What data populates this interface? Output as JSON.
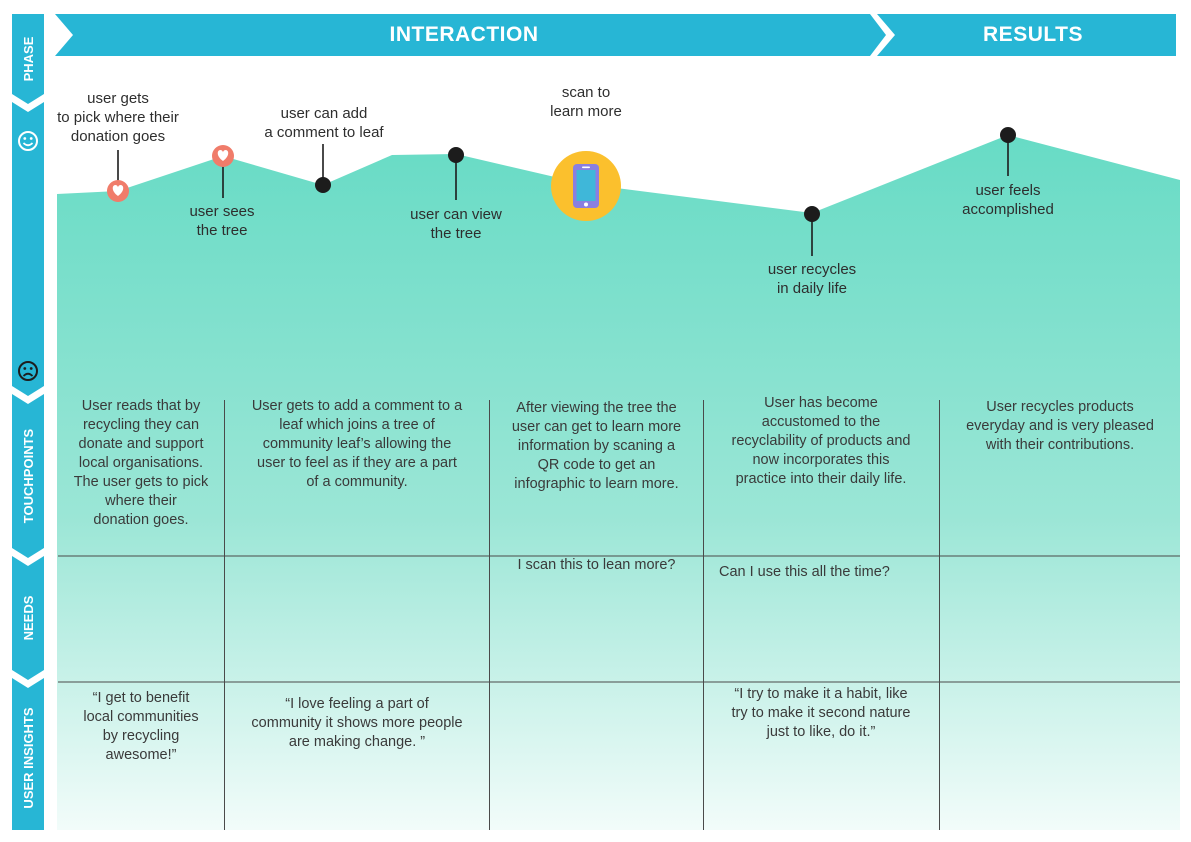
{
  "phase_banner": {
    "side_label": "PHASE",
    "interaction_label": "INTERACTION",
    "results_label": "RESULTS"
  },
  "side_labels": {
    "touchpoints": "TOUCHPOINTS",
    "needs": "NEEDS",
    "user_insights": "USER INSIGHTS"
  },
  "icons": {
    "happy": "smiley-face-icon",
    "sad": "sad-face-icon",
    "heart": "heart-icon",
    "phone": "phone-icon"
  },
  "colors": {
    "banner": "#27b6d5",
    "emotion_fill_top": "#67dbc5",
    "heart_marker": "#f07c6a",
    "phone_circle": "#fbc02d",
    "phone_body": "#8a7fe0",
    "dot": "#1c1c1c"
  },
  "journey_points": [
    {
      "label": "user gets\nto pick where their\ndonation goes",
      "marker": "heart"
    },
    {
      "label": "user sees\nthe tree",
      "marker": "heart"
    },
    {
      "label": "user can add\na comment to leaf",
      "marker": "dot"
    },
    {
      "label": "user can view\nthe tree",
      "marker": "dot"
    },
    {
      "label": "scan to\nlearn more",
      "marker": "phone"
    },
    {
      "label": "user recycles\nin daily life",
      "marker": "dot"
    },
    {
      "label": "user feels\naccomplished",
      "marker": "dot"
    }
  ],
  "touchpoints": [
    "User reads that by\nrecycling they can\ndonate and support\nlocal organisations.\nThe user gets to pick\nwhere their\ndonation goes.",
    "User gets to add a comment to a\nleaf which joins a tree of\ncommunity leaf’s allowing the\nuser to feel as if they are a part\nof a community.",
    "After viewing the tree the\nuser can get to learn more\ninformation by scaning a\nQR code to get an\ninfographic to learn more.",
    "User has become\naccustomed to the\nrecyclability of products and\nnow incorporates this\npractice into their daily life.",
    "User recycles products\neveryday and is very pleased\nwith their contributions."
  ],
  "needs": [
    "",
    "",
    "I scan this to lean more?",
    "Can I use this all the time?",
    ""
  ],
  "insights": [
    "“I get to benefit\nlocal communities\nby recycling\nawesome!”",
    "“I love feeling a part of\ncommunity it shows more people\nare making change. ”",
    "",
    "“I try to make it a habit, like\ntry to make it second nature\njust to like, do it.”",
    ""
  ]
}
